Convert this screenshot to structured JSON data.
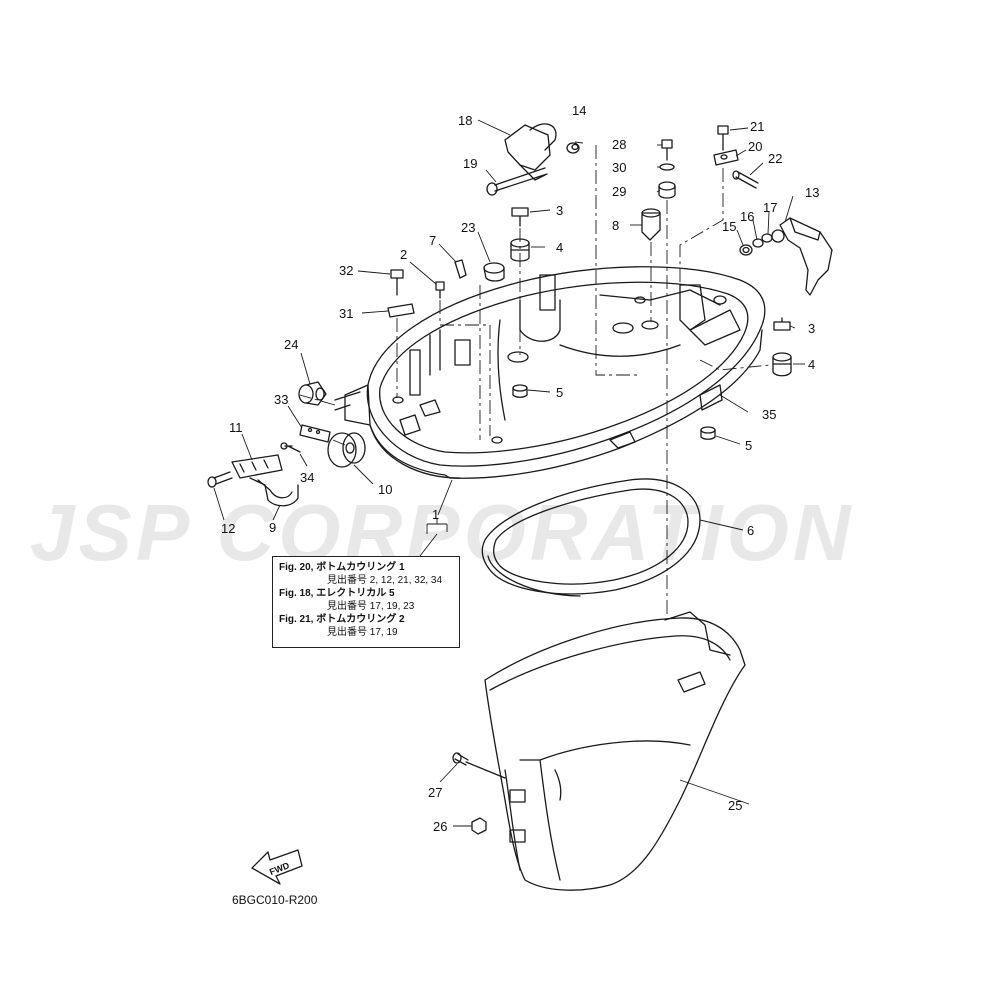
{
  "watermark": "JSP CORPORATION",
  "diagram_code": "6BGC010-R200",
  "fwd_label": "FWD",
  "reference_box": [
    {
      "fig": "Fig. 20, ボトムカウリング 1",
      "index": "見出番号 2, 12, 21, 32, 34"
    },
    {
      "fig": "Fig. 18, エレクトリカル 5",
      "index": "見出番号 17, 19, 23"
    },
    {
      "fig": "Fig. 21, ボトムカウリング 2",
      "index": "見出番号 17, 19"
    }
  ],
  "callouts": {
    "c1": "1",
    "c2": "2",
    "c3a": "3",
    "c3b": "3",
    "c4a": "4",
    "c4b": "4",
    "c5a": "5",
    "c5b": "5",
    "c6": "6",
    "c7": "7",
    "c8": "8",
    "c9": "9",
    "c10": "10",
    "c11": "11",
    "c12": "12",
    "c13": "13",
    "c14": "14",
    "c15": "15",
    "c16": "16",
    "c17": "17",
    "c18": "18",
    "c19": "19",
    "c20": "20",
    "c21": "21",
    "c22": "22",
    "c23": "23",
    "c24": "24",
    "c25": "25",
    "c26": "26",
    "c27": "27",
    "c28": "28",
    "c29": "29",
    "c30": "30",
    "c31": "31",
    "c32": "32",
    "c33": "33",
    "c34": "34",
    "c35": "35"
  }
}
